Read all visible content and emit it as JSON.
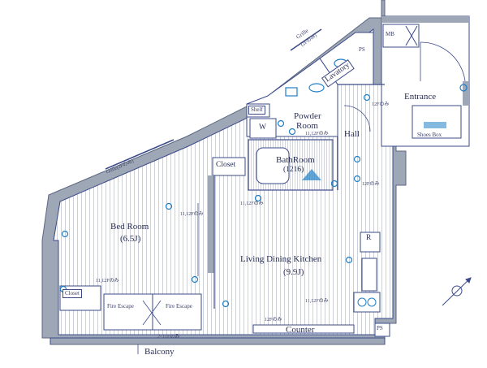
{
  "colors": {
    "wall": "#9ea7b5",
    "line": "#3b4b8a",
    "floor": "#c2c7d0",
    "fixture": "#1f7fc6"
  },
  "rooms": {
    "entrance": "Entrance",
    "shoes_box": "Shoes Box",
    "mb": "MB",
    "ps_top": "PS",
    "ps_bottom": "PS",
    "lavatory": "Lavatory",
    "powder_room_line1": "Powder",
    "powder_room_line2": "Room",
    "shelf": "Shelf",
    "washer": "W",
    "hall": "Hall",
    "bathroom": "BathRoom",
    "bathroom_size": "(1216)",
    "closet_mid": "Closet",
    "closet_left": "Closet",
    "bedroom": "Bed Room",
    "bedroom_size": "(6.5J)",
    "ldk": "Living Dining Kitchen",
    "ldk_size": "(9.9J)",
    "counter": "Counter",
    "balcony": "Balcony",
    "fire_escape_1": "Fire Escape",
    "fire_escape_2": "Fire Escape",
    "refrigerator": "R"
  },
  "notes": {
    "grille_top": "Grille",
    "grille_top_sub": "(2Fのみ)",
    "grille_left": "Grille(2Fのみ)",
    "n_12f_hall": "12Fのみ",
    "n_1112f_powder": "11,12Fのみ",
    "n_12f_ldk_top": "12Fのみ",
    "n_1112f_bed": "11,12Fのみ",
    "n_1112f_ldk": "11,12Fのみ",
    "n_1112f_closet": "11,12Fのみ",
    "n_1112f_kitchen": "11,12Fのみ",
    "n_12f_counter": "12Fのみ",
    "n_2_11f": "2~11Fのみ"
  }
}
